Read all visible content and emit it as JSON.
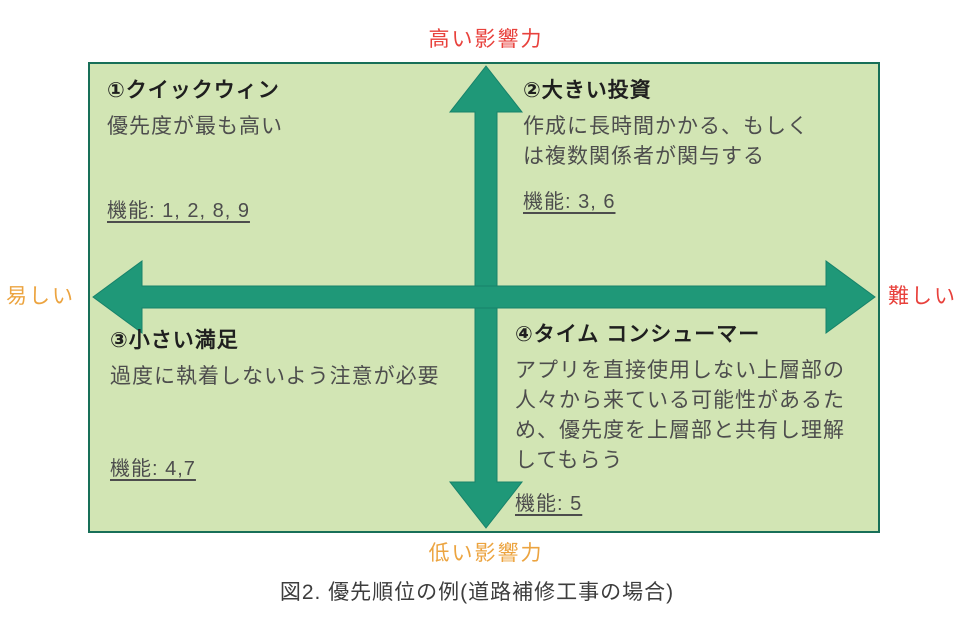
{
  "figure": {
    "caption": "図2. 優先順位の例(道路補修工事の場合)"
  },
  "axes": {
    "top": {
      "label": "高い影響力",
      "color": "#e8413c"
    },
    "bottom": {
      "label": "低い影響力",
      "color": "#eca440"
    },
    "left": {
      "label": "易しい",
      "color": "#eca440"
    },
    "right": {
      "label": "難しい",
      "color": "#e8413c"
    }
  },
  "quadrants": [
    {
      "title": "①クイックウィン",
      "body": "優先度が最も高い",
      "features": "機能: 1, 2, 8, 9"
    },
    {
      "title": "②大きい投資",
      "body": "作成に長時間かかる、もしく\nは複数関係者が関与する",
      "features": "機能: 3, 6"
    },
    {
      "title": "③小さい満足",
      "body": "過度に執着しないよう注意が必要",
      "features": "機能: 4,7"
    },
    {
      "title": "④タイム コンシューマー",
      "body": "アプリを直接使用しない上層部の\n人々から来ている可能性があるた\nめ、優先度を上層部と共有し理解\nしてもらう",
      "features": "機能: 5"
    }
  ],
  "colors": {
    "box_fill": "#d2e5b4",
    "box_border": "#186f58",
    "arrow": "#1f9878"
  }
}
